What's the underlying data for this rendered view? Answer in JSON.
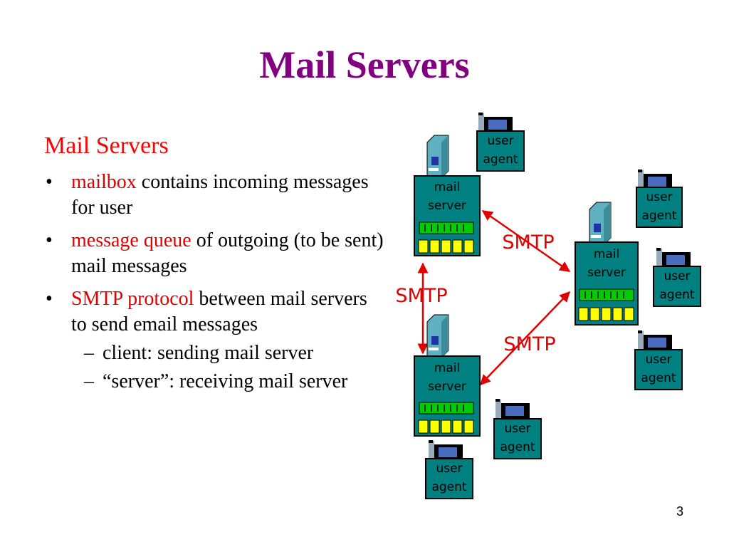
{
  "slide": {
    "title": "Mail Servers",
    "subheading": "Mail Servers",
    "bullets": [
      {
        "highlight": "mailbox",
        "text": " contains incoming messages for user"
      },
      {
        "highlight": "message queue",
        "text": " of outgoing (to be sent) mail messages"
      },
      {
        "highlight": "SMTP protocol",
        "text": " between mail servers to send email messages"
      }
    ],
    "sub_bullets": [
      "client: sending mail server",
      "“server”: receiving mail server"
    ],
    "page_number": "3"
  },
  "diagram": {
    "mail_server_label_line1": "mail",
    "mail_server_label_line2": "server",
    "user_agent_label_line1": "user",
    "user_agent_label_line2": "agent",
    "smtp_label": "SMTP",
    "colors": {
      "box_fill": "#008080",
      "queue_fill": "#00cc00",
      "mailbox_fill": "#ffff00",
      "arrow": "#e00000",
      "smtp_text": "#e00000",
      "title": "#800080"
    }
  }
}
